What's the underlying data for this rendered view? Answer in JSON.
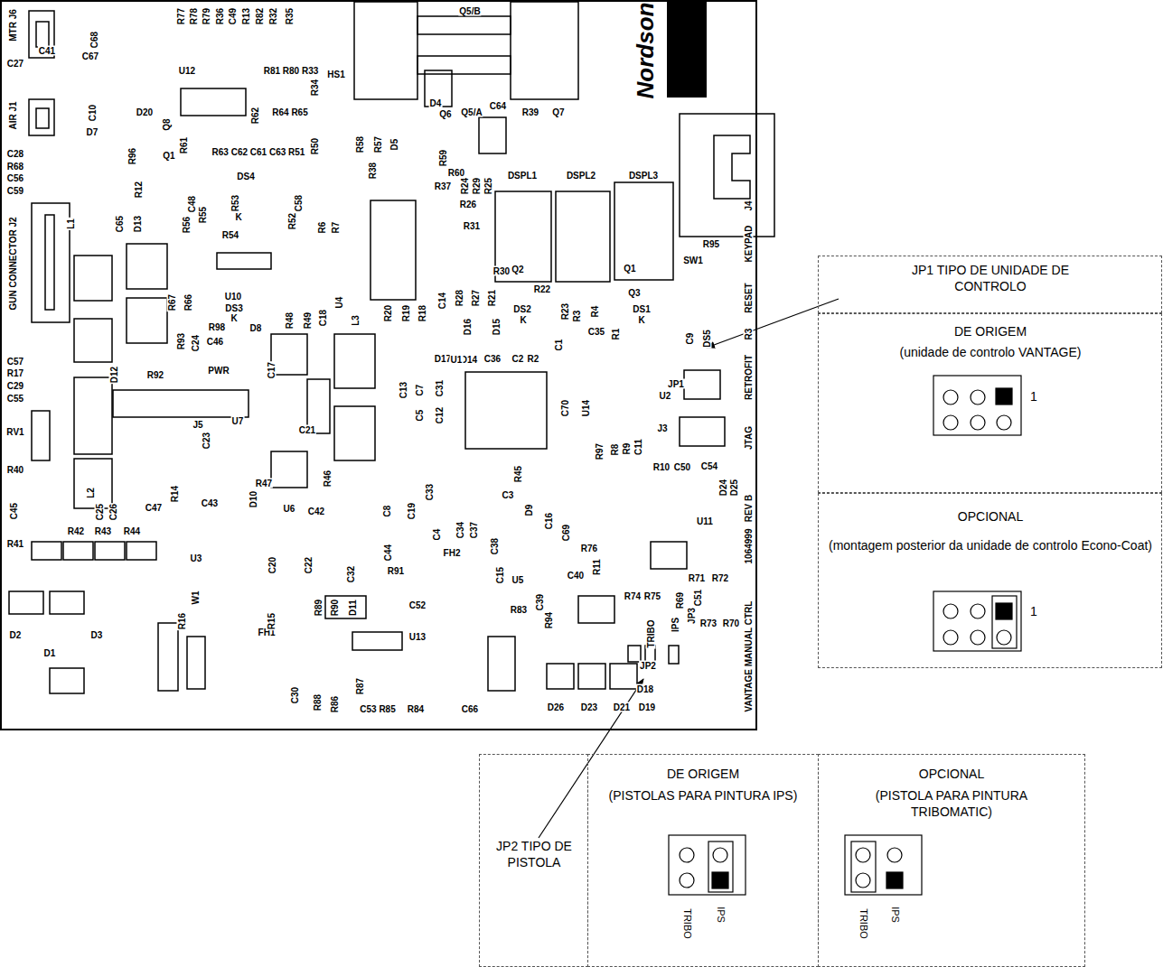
{
  "diagram": {
    "nodes": [
      {
        "text": [
          "JP1 TIPO DE UNIDADE DE CONTROLO"
        ]
      },
      {
        "text": [
          "DE ORIGEM",
          "(unidade de controlo VANTAGE)",
          "1"
        ]
      },
      {
        "text": [
          "OPCIONAL",
          "(montagem posterior da unidade de controlo Econo-Coat)",
          "1"
        ]
      },
      {
        "text": [
          "JP2 TIPO DE PISTOLA"
        ]
      },
      {
        "text": [
          "DE ORIGEM",
          "(PISTOLAS PARA PINTURA IPS)",
          "TRIBO",
          "IPS"
        ]
      },
      {
        "text": [
          "OPCIONAL",
          "(PISTOLA PARA PINTURA TRIBOMATIC)",
          "TRIBO",
          "IPS"
        ]
      }
    ],
    "labels": [
      "R77",
      "R78",
      "R79",
      "R36",
      "C49",
      "R13",
      "R82",
      "R32",
      "R35",
      "MTR J6",
      "C68",
      "C41",
      "C27",
      "C67",
      "U12",
      "R81 R80 R33",
      "HS1",
      "R34",
      "AIR J1",
      "C10",
      "D20",
      "Q8",
      "D7",
      "R62",
      "R64 R65",
      "D4",
      "Q6",
      "Q5/A",
      "C64",
      "R39",
      "Q7",
      "Q5/B",
      "C28",
      "R68",
      "C56",
      "C59",
      "R96",
      "Q1",
      "R61",
      "R63 C62 C61 C63 R51",
      "R50",
      "R58",
      "R57",
      "D5",
      "R38",
      "R59",
      "R60",
      "R37",
      "R24",
      "R29",
      "R25",
      "R26",
      "R31",
      "DSPL1",
      "DSPL2",
      "DSPL3",
      "C65",
      "D13",
      "R12",
      "C48",
      "R55",
      "R56",
      "DS4",
      "R53",
      "K",
      "C58",
      "R54",
      "R52",
      "R6",
      "R7",
      "GUN CONNECTOR J2",
      "L1",
      "R67",
      "R66",
      "U10",
      "DS3",
      "K",
      "R98",
      "R93",
      "C46",
      "C24",
      "D8",
      "R48",
      "R49",
      "C18",
      "U4",
      "L3",
      "R20",
      "R19",
      "R18",
      "C14",
      "R28",
      "R27",
      "R21",
      "R30",
      "Q2",
      "R22",
      "Q1",
      "Q3",
      "R23",
      "R3",
      "R4",
      "DS2",
      "K",
      "DS1",
      "K",
      "D16",
      "D15",
      "D17",
      "D14",
      "C36",
      "C2",
      "R2",
      "C1",
      "C35",
      "R1",
      "R95",
      "SW1",
      "KEYPAD",
      "J4",
      "RESET",
      "C9",
      "DS5",
      "R3",
      "RETROFIT",
      "JP1",
      "U2",
      "JTAG",
      "J3",
      "C70",
      "U14",
      "R97",
      "R8",
      "R9",
      "C11",
      "R10",
      "C50",
      "C54",
      "D24",
      "D25",
      "REV B",
      "1064999",
      "U11",
      "VANTAGE MANUAL CTRL",
      "U1",
      "C13",
      "C7",
      "C31",
      "C5",
      "C12",
      "R45",
      "C33",
      "C3",
      "D9",
      "C16",
      "C69",
      "R76",
      "R11",
      "R71",
      "R72",
      "C51",
      "R69",
      "JP3",
      "R73",
      "R70",
      "R74",
      "R75",
      "TRIBO",
      "IPS",
      "JP2",
      "D26",
      "D23",
      "D21",
      "D18",
      "D19",
      "C4",
      "C34",
      "C37",
      "C38",
      "FH2",
      "C15",
      "U5",
      "C40",
      "C39",
      "R83",
      "R94",
      "U13",
      "C66",
      "R84",
      "C53 R85",
      "R87",
      "R86",
      "R88",
      "C30",
      "FH1",
      "R89",
      "R90",
      "D11",
      "R91",
      "C52",
      "C32",
      "C22",
      "C20",
      "R15",
      "W1",
      "R16",
      "U3",
      "R41",
      "R42",
      "R43",
      "R44",
      "D2",
      "D3",
      "D1",
      "C57",
      "R17",
      "C29",
      "C55",
      "RV1",
      "R40",
      "C45",
      "C25",
      "C26",
      "C47",
      "L2",
      "D12",
      "R92",
      "PWR",
      "C17",
      "C23",
      "J5",
      "C21",
      "U7",
      "R46",
      "R47",
      "C43",
      "R14",
      "D10",
      "U6",
      "C42",
      "C8",
      "C19",
      "C44",
      "Nordson"
    ]
  }
}
